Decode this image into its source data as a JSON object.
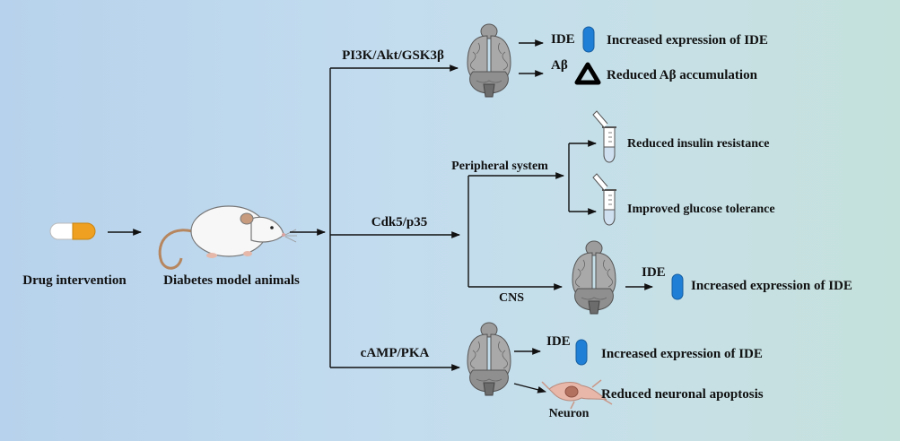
{
  "colors": {
    "background_left": "#b7d2ec",
    "background_right": "#c5e1dc",
    "capsule_orange": "#f0a020",
    "ide_capsule_blue": "#1f7fd6",
    "brain_gray": "#a6a6a6",
    "neuron_pink": "#e9b7a9"
  },
  "drug": {
    "label": "Drug intervention",
    "icon": "capsule-icon"
  },
  "animals": {
    "label": "Diabetes model animals",
    "icon": "rat-icon"
  },
  "pathways": [
    {
      "name": "PI3K/Akt/GSK3β",
      "outcomes": [
        {
          "marker": "IDE",
          "icon": "ide-capsule-icon",
          "label": "Increased expression of IDE"
        },
        {
          "marker": "Aβ",
          "icon": "triangle-icon",
          "label": "Reduced Aβ accumulation"
        }
      ]
    },
    {
      "name": "Cdk5/p35",
      "branches": [
        {
          "name": "Peripheral system",
          "outcomes": [
            {
              "icon": "test-tube-icon",
              "label": "Reduced insulin resistance"
            },
            {
              "icon": "test-tube-icon",
              "label": "Improved glucose tolerance"
            }
          ]
        },
        {
          "name": "CNS",
          "outcomes": [
            {
              "marker": "IDE",
              "icon": "ide-capsule-icon",
              "label": "Increased expression of IDE"
            }
          ]
        }
      ]
    },
    {
      "name": "cAMP/PKA",
      "outcomes": [
        {
          "marker": "IDE",
          "icon": "ide-capsule-icon",
          "label": "Increased expression of IDE"
        },
        {
          "marker": "Neuron",
          "icon": "neuron-icon",
          "label": "Reduced neuronal apoptosis"
        }
      ]
    }
  ]
}
